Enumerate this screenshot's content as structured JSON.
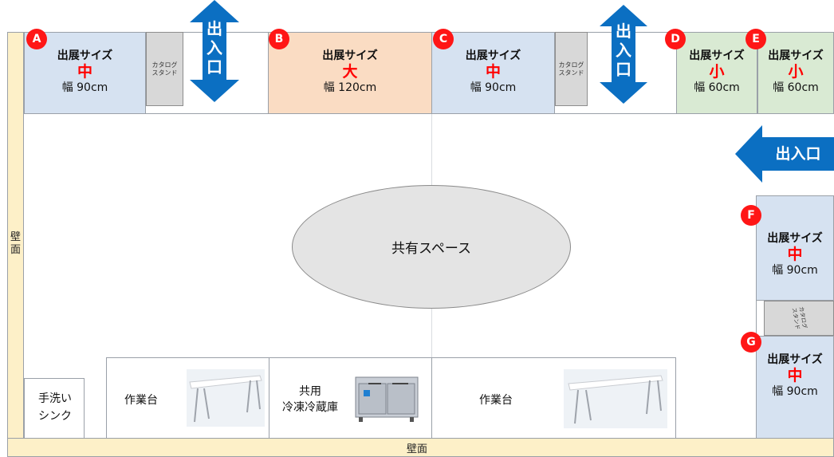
{
  "walls": {
    "left_label": "壁\n面",
    "bottom_label": "壁面"
  },
  "entrances": {
    "top_left": "出\n入\n口",
    "top_right": "出\n入\n口",
    "right": "出入口"
  },
  "booths": [
    {
      "id": "A",
      "title": "出展サイズ",
      "size": "中",
      "width": "幅 90cm"
    },
    {
      "id": "B",
      "title": "出展サイズ",
      "size": "大",
      "width": "幅 120cm"
    },
    {
      "id": "C",
      "title": "出展サイズ",
      "size": "中",
      "width": "幅 90cm"
    },
    {
      "id": "D",
      "title": "出展サイズ",
      "size": "小",
      "width": "幅 60cm"
    },
    {
      "id": "E",
      "title": "出展サイズ",
      "size": "小",
      "width": "幅 60cm"
    },
    {
      "id": "F",
      "title": "出展サイズ",
      "size": "中",
      "width": "幅 90cm"
    },
    {
      "id": "G",
      "title": "出展サイズ",
      "size": "中",
      "width": "幅 90cm"
    }
  ],
  "catalog_stand": "カタログ\nスタンド",
  "shared_space": "共有スペース",
  "facilities": {
    "sink": "手洗い\nシンク",
    "workbench_left": "作業台",
    "fridge": "共用\n冷凍冷蔵庫",
    "workbench_right": "作業台"
  },
  "colors": {
    "booth_medium": "#d6e2f1",
    "booth_large": "#fadcc3",
    "booth_small": "#d9ead3",
    "badge": "#ff1616",
    "size_text": "#ff0000",
    "arrow": "#0b6fc2",
    "wall": "#fdf0c8",
    "shared_space": "#e4e4e4"
  }
}
